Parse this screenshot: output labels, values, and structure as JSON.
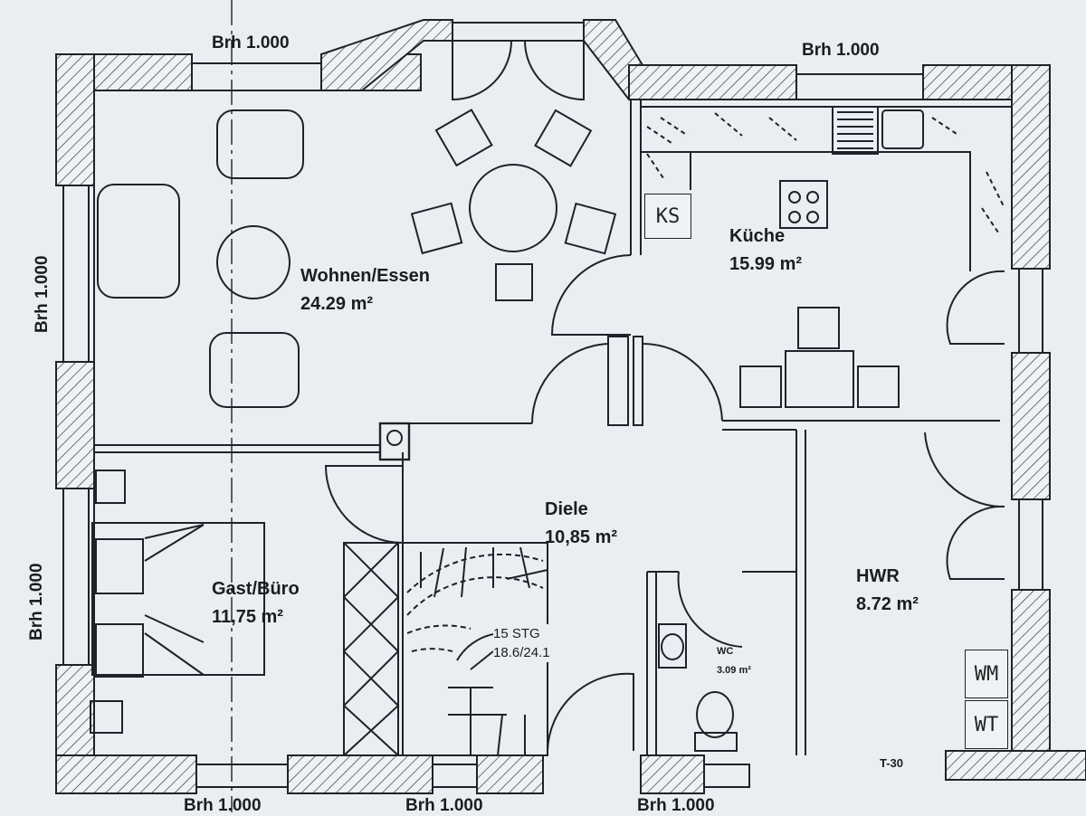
{
  "rooms": {
    "wohnen": {
      "name": "Wohnen/Essen",
      "area": "24.29 m²"
    },
    "kueche": {
      "name": "Küche",
      "area": "15.99 m²"
    },
    "diele": {
      "name": "Diele",
      "area": "10,85 m²"
    },
    "gast": {
      "name": "Gast/Büro",
      "area": "11,75 m²"
    },
    "hwr": {
      "name": "HWR",
      "area": "8.72 m²"
    },
    "wc": {
      "name": "WC",
      "area": "3.09 m²"
    }
  },
  "stairs": {
    "steps": "15 STG",
    "ratio": "18.6/24.1"
  },
  "window_labels": {
    "top_left": "Brh 1.000",
    "top_right": "Brh 1.000",
    "left_upper": "Brh 1.000",
    "left_lower": "Brh 1.000",
    "bottom_left": "Brh 1.000",
    "bottom_mid": "Brh 1.000",
    "bottom_right": "Brh 1.000"
  },
  "fixtures": {
    "ks": "KS",
    "wm": "WM",
    "wt": "WT"
  },
  "door_rating": "T-30",
  "colors": {
    "paper": "#e9eef2",
    "ink": "#1f2228"
  }
}
